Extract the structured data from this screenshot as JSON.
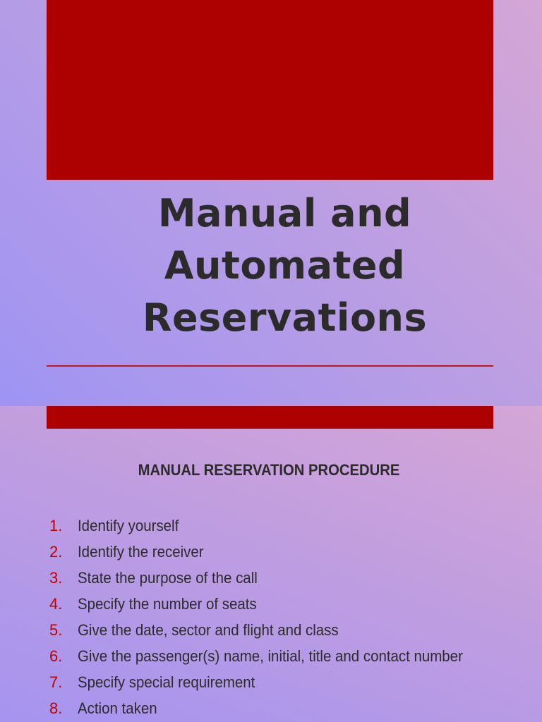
{
  "slide1": {
    "title_lines": [
      "Manual and",
      "Automated",
      "Reservations"
    ]
  },
  "slide2": {
    "heading": "MANUAL RESERVATION PROCEDURE",
    "steps": [
      {
        "number": "1.",
        "text": "Identify yourself"
      },
      {
        "number": "2.",
        "text": "Identify the receiver"
      },
      {
        "number": "3.",
        "text": "State the purpose of the call"
      },
      {
        "number": "4.",
        "text": "Specify the number of seats"
      },
      {
        "number": "5.",
        "text": "Give the date, sector and flight and class"
      },
      {
        "number": "6.",
        "text": "Give the passenger(s) name, initial, title and contact number"
      },
      {
        "number": "7.",
        "text": "Specify special requirement"
      },
      {
        "number": "8.",
        "text": "Action taken"
      }
    ]
  },
  "colors": {
    "accent_red": "#ad0000",
    "number_red": "#c10000",
    "rule_red": "#c0151b",
    "text_dark": "#2b2b2b",
    "bg_pink": "#d5a6d6",
    "bg_violet": "#9f94f3"
  }
}
